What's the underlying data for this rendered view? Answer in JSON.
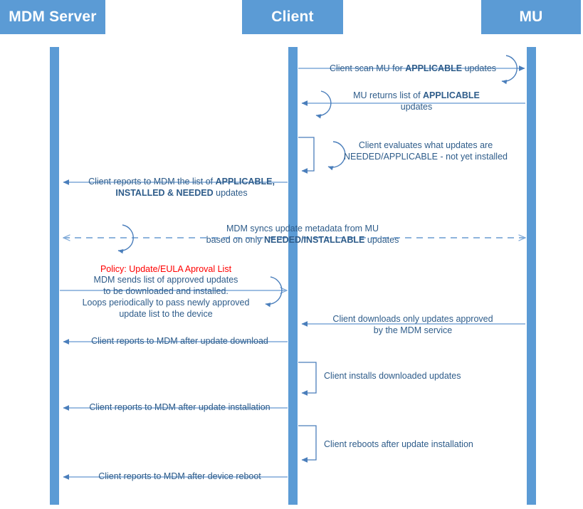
{
  "diagram": {
    "title": "MDM / Client / MU update sequence",
    "colors": {
      "actor_fill": "#5b9bd5",
      "lifeline": "#5b9bd5",
      "arrow": "#4a7ebb",
      "text": "#2e5c8a",
      "policy_text": "#ff0000",
      "background": "#ffffff"
    },
    "actors": [
      {
        "id": "mdm",
        "label": "MDM Server"
      },
      {
        "id": "client",
        "label": "Client"
      },
      {
        "id": "mu",
        "label": "MU"
      }
    ],
    "messages": [
      {
        "id": "m1",
        "from": "client",
        "to": "mu",
        "style": "solid",
        "self_loop": true,
        "lines": [
          [
            {
              "t": "Client scan MU for ",
              "b": false
            },
            {
              "t": "APPLICABLE",
              "b": true
            },
            {
              "t": " updates",
              "b": false
            }
          ]
        ]
      },
      {
        "id": "m2",
        "from": "mu",
        "to": "client",
        "style": "solid",
        "self_loop": true,
        "lines": [
          [
            {
              "t": "MU returns list of ",
              "b": false
            },
            {
              "t": "APPLICABLE",
              "b": true
            }
          ],
          [
            {
              "t": "updates",
              "b": false
            }
          ]
        ]
      },
      {
        "id": "m3",
        "from": "client",
        "to": "client",
        "style": "solid",
        "self_loop": true,
        "lines": [
          [
            {
              "t": "Client evaluates what updates are",
              "b": false
            }
          ],
          [
            {
              "t": "NEEDED/APPLICABLE - not yet installed",
              "b": false
            }
          ]
        ]
      },
      {
        "id": "m4",
        "from": "client",
        "to": "mdm",
        "style": "solid",
        "self_loop": false,
        "lines": [
          [
            {
              "t": "Client reports to MDM the list of ",
              "b": false
            },
            {
              "t": "APPLICABLE,",
              "b": true
            }
          ],
          [
            {
              "t": "INSTALLED & NEEDED",
              "b": true
            },
            {
              "t": " updates",
              "b": false
            }
          ]
        ]
      },
      {
        "id": "m5",
        "from": "mdm",
        "to": "mu",
        "style": "dashed",
        "self_loop": true,
        "bidirectional": true,
        "lines": [
          [
            {
              "t": "MDM syncs update metadata from MU",
              "b": false
            }
          ],
          [
            {
              "t": "based on only ",
              "b": false
            },
            {
              "t": "NEEDED/INSTALLABLE",
              "b": true
            },
            {
              "t": " updates",
              "b": false
            }
          ]
        ]
      },
      {
        "id": "m6",
        "from": "mdm",
        "to": "client",
        "style": "solid",
        "self_loop": true,
        "policy": "Policy: Update/EULA Aproval List",
        "lines": [
          [
            {
              "t": "MDM sends list of approved updates",
              "b": false
            }
          ],
          [
            {
              "t": "to be downloaded and installed.",
              "b": false
            }
          ],
          [
            {
              "t": "Loops periodically to pass newly approved",
              "b": false
            }
          ],
          [
            {
              "t": "update list to the device",
              "b": false
            }
          ]
        ]
      },
      {
        "id": "m7",
        "from": "mu",
        "to": "client",
        "style": "solid",
        "self_loop": false,
        "lines": [
          [
            {
              "t": "Client downloads only updates approved",
              "b": false
            }
          ],
          [
            {
              "t": "by the MDM service",
              "b": false
            }
          ]
        ]
      },
      {
        "id": "m8",
        "from": "client",
        "to": "mdm",
        "style": "solid",
        "self_loop": false,
        "lines": [
          [
            {
              "t": "Client reports to MDM after update download",
              "b": false
            }
          ]
        ]
      },
      {
        "id": "m9",
        "from": "client",
        "to": "client",
        "style": "solid",
        "self_loop": true,
        "lines": [
          [
            {
              "t": "Client installs downloaded updates",
              "b": false
            }
          ]
        ]
      },
      {
        "id": "m10",
        "from": "client",
        "to": "mdm",
        "style": "solid",
        "self_loop": false,
        "lines": [
          [
            {
              "t": "Client reports to MDM after update installation",
              "b": false
            }
          ]
        ]
      },
      {
        "id": "m11",
        "from": "client",
        "to": "client",
        "style": "solid",
        "self_loop": true,
        "lines": [
          [
            {
              "t": "Client reboots after update installation",
              "b": false
            }
          ]
        ]
      },
      {
        "id": "m12",
        "from": "client",
        "to": "mdm",
        "style": "solid",
        "self_loop": false,
        "lines": [
          [
            {
              "t": "Client reports to MDM after device reboot",
              "b": false
            }
          ]
        ]
      }
    ]
  }
}
